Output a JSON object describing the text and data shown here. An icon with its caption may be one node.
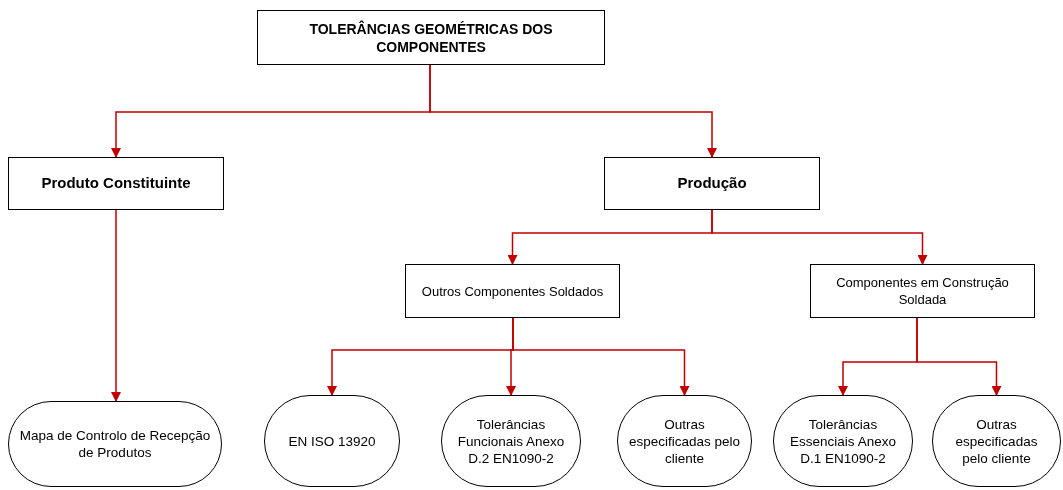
{
  "diagram": {
    "nodes": [
      {
        "text": [
          "TOLERÂNCIAS GEOMÉTRICAS DOS COMPONENTES"
        ]
      },
      {
        "text": [
          "Produto Constituinte"
        ]
      },
      {
        "text": [
          "Produção"
        ]
      },
      {
        "text": [
          "Outros Componentes Soldados"
        ]
      },
      {
        "text": [
          "Componentes em Construção Soldada"
        ]
      },
      {
        "text": [
          "Mapa de Controlo de Recepção de Produtos"
        ]
      },
      {
        "text": [
          "EN ISO 13920"
        ]
      },
      {
        "text": [
          "Tolerâncias Funcionais Anexo D.2 EN1090-2"
        ]
      },
      {
        "text": [
          "Outras especificadas pelo cliente"
        ]
      },
      {
        "text": [
          "Tolerâncias Essenciais Anexo D.1 EN1090-2"
        ]
      },
      {
        "text": [
          "Outras especificadas pelo cliente"
        ]
      }
    ],
    "edges": [
      {
        "from": 0,
        "to": 1,
        "arrow": "to",
        "color": "#c00000"
      },
      {
        "from": 0,
        "to": 2,
        "arrow": "to",
        "color": "#c00000"
      },
      {
        "from": 1,
        "to": 5,
        "arrow": "to",
        "color": "#c00000"
      },
      {
        "from": 2,
        "to": 3,
        "arrow": "to",
        "color": "#c00000"
      },
      {
        "from": 2,
        "to": 4,
        "arrow": "to",
        "color": "#c00000"
      },
      {
        "from": 3,
        "to": 6,
        "arrow": "to",
        "color": "#c00000"
      },
      {
        "from": 3,
        "to": 7,
        "arrow": "to",
        "color": "#c00000"
      },
      {
        "from": 3,
        "to": 8,
        "arrow": "to",
        "color": "#c00000"
      },
      {
        "from": 4,
        "to": 9,
        "arrow": "to",
        "color": "#c00000"
      },
      {
        "from": 4,
        "to": 10,
        "arrow": "to",
        "color": "#c00000"
      }
    ]
  }
}
